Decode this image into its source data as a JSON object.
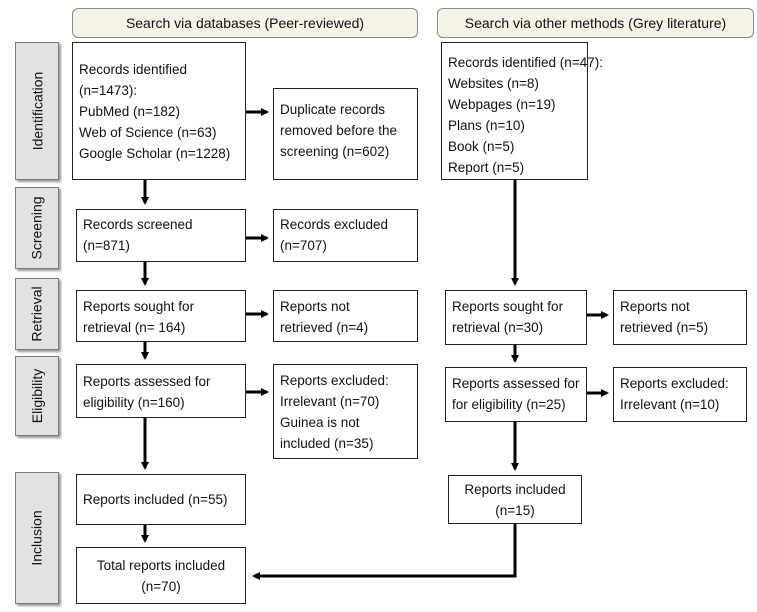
{
  "headers": {
    "databases": "Search via databases (Peer-reviewed)",
    "other": "Search via other methods (Grey literature)"
  },
  "stages": {
    "identification": "Identification",
    "screening": "Screening",
    "retrieval": "Retrieval",
    "eligibility": "Eligibility",
    "inclusion": "Inclusion"
  },
  "db": {
    "identified": [
      "Records identified",
      "(n=1473):",
      "PubMed (n=182)",
      "Web of Science (n=63)",
      "Google Scholar (n=1228)"
    ],
    "duplicates": [
      "Duplicate records",
      "removed before the",
      "screening (n=602)"
    ],
    "screened": [
      "Records screened",
      "(n=871)"
    ],
    "excluded": [
      "Records excluded",
      "(n=707)"
    ],
    "sought": [
      "Reports sought for",
      "retrieval (n= 164)"
    ],
    "not_retrieved": [
      "Reports not",
      "retrieved (n=4)"
    ],
    "assessed": [
      "Reports assessed for",
      "eligibility (n=160)"
    ],
    "reports_excluded": [
      "Reports excluded:",
      "Irrelevant (n=70)",
      "Guinea is not",
      "included (n=35)"
    ],
    "included": [
      "Reports included (n=55)"
    ],
    "total": [
      "Total reports included",
      "(n=70)"
    ]
  },
  "other": {
    "identified": [
      "Records identified (n=47):",
      "Websites (n=8)",
      "Webpages (n=19)",
      "Plans (n=10)",
      "Book (n=5)",
      "Report (n=5)"
    ],
    "sought": [
      "Reports sought for",
      "retrieval (n=30)"
    ],
    "not_retrieved": [
      "Reports not",
      "retrieved (n=5)"
    ],
    "assessed": [
      "Reports assessed for",
      "for eligibility (n=25)"
    ],
    "reports_excluded": [
      "Reports excluded:",
      "Irrelevant (n=10)"
    ],
    "included": [
      "Reports included",
      "(n=15)"
    ]
  }
}
